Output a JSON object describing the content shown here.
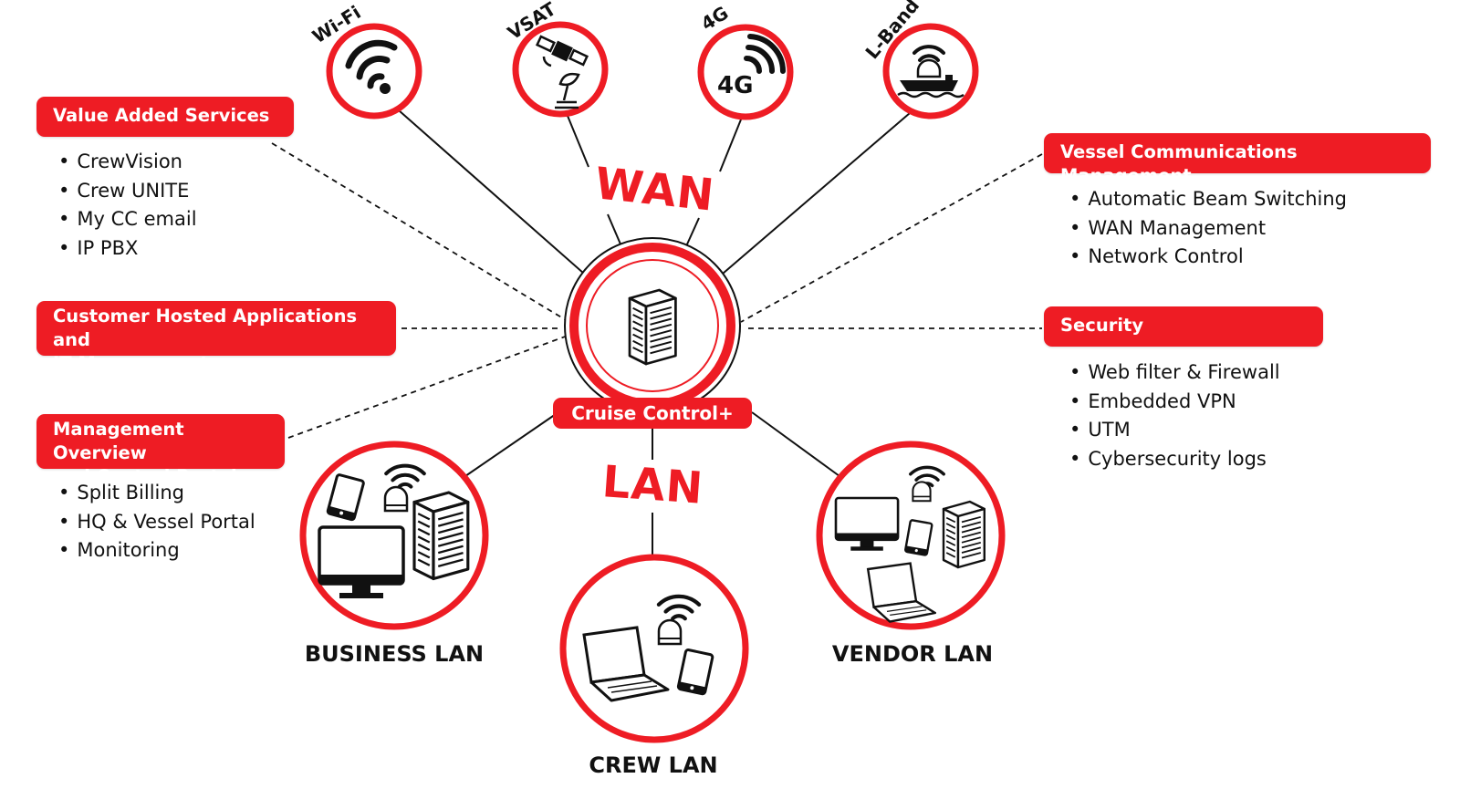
{
  "wan_links": [
    {
      "label": "Wi-Fi",
      "icon": "wifi-icon"
    },
    {
      "label": "VSAT",
      "icon": "satellite-icon"
    },
    {
      "label": "4G",
      "icon": "4g-signal-icon",
      "badge": "4G"
    },
    {
      "label": "L-Band",
      "icon": "ship-antenna-icon"
    }
  ],
  "wan_label": "WAN",
  "lan_label": "LAN",
  "hub": {
    "label": "Cruise Control+",
    "icon": "server-icon"
  },
  "panels": {
    "value_added": {
      "title": "Value Added Services",
      "items": [
        "CrewVision",
        "Crew UNITE",
        "My CC email",
        "IP PBX"
      ]
    },
    "customer_hosted": {
      "title_lines": [
        "Customer Hosted Applications and",
        "IT Management"
      ]
    },
    "management": {
      "title_lines": [
        "Management Overview",
        "and Control Portal"
      ],
      "items": [
        "Split Billing",
        "HQ & Vessel Portal",
        "Monitoring"
      ]
    },
    "vessel_comms": {
      "title": "Vessel Communications Management",
      "items": [
        "Automatic Beam Switching",
        "WAN Management",
        "Network Control"
      ]
    },
    "security": {
      "title": "Security",
      "items": [
        "Web filter & Firewall",
        "Embedded VPN",
        "UTM",
        "Cybersecurity logs"
      ]
    }
  },
  "lans": [
    {
      "label": "BUSINESS LAN"
    },
    {
      "label": "CREW LAN"
    },
    {
      "label": "VENDOR LAN"
    }
  ],
  "colors": {
    "accent": "#ee1c24",
    "line": "#111111"
  }
}
